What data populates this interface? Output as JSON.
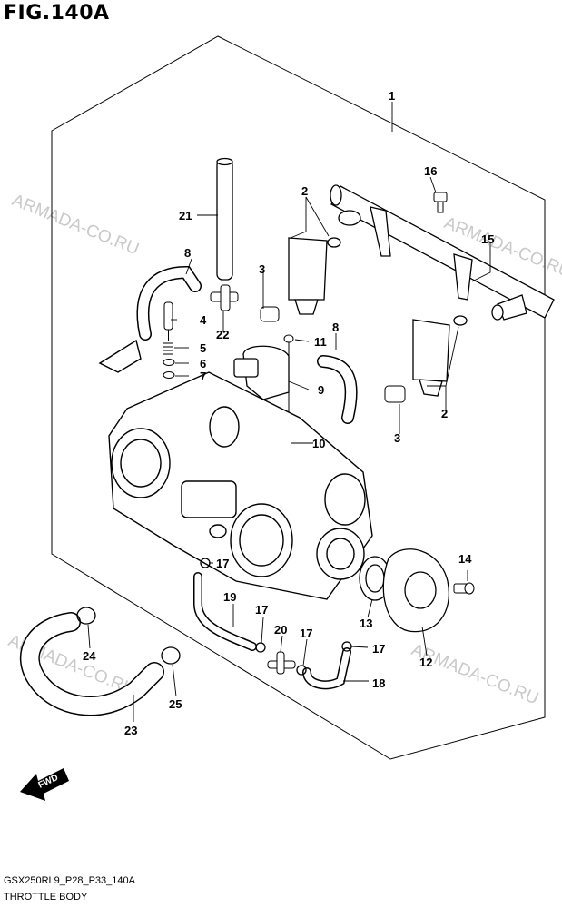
{
  "header": {
    "figure_id": "FIG.140A"
  },
  "watermark": {
    "text": "ARMADA-CO.RU"
  },
  "fwd_label": "FWD",
  "callouts": [
    "1",
    "2",
    "2",
    "3",
    "3",
    "4",
    "5",
    "6",
    "7",
    "8",
    "8",
    "9",
    "10",
    "11",
    "12",
    "13",
    "14",
    "15",
    "16",
    "17",
    "17",
    "17",
    "17",
    "18",
    "19",
    "20",
    "21",
    "22",
    "23",
    "24",
    "25"
  ],
  "footer": {
    "code": "GSX250RL9_P28_P33_140A",
    "name": "THROTTLE BODY"
  }
}
